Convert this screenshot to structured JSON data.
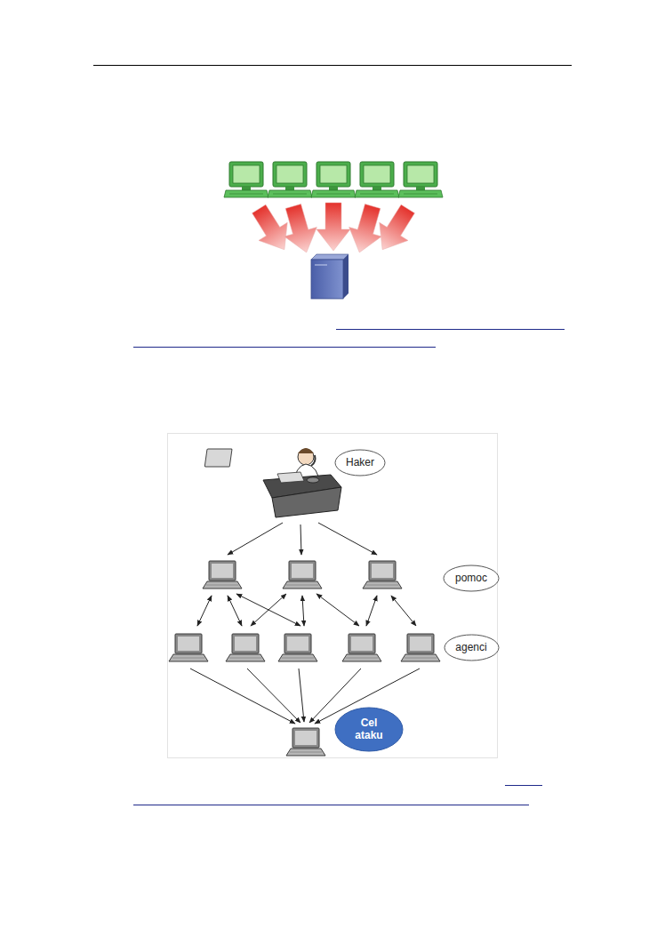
{
  "diagram": {
    "nodes": [
      {
        "text": [
          "Haker"
        ]
      },
      {
        "text": [
          "pomoc"
        ]
      },
      {
        "text": [
          "agenci"
        ]
      },
      {
        "text": [
          "Cel ataku"
        ]
      }
    ]
  }
}
